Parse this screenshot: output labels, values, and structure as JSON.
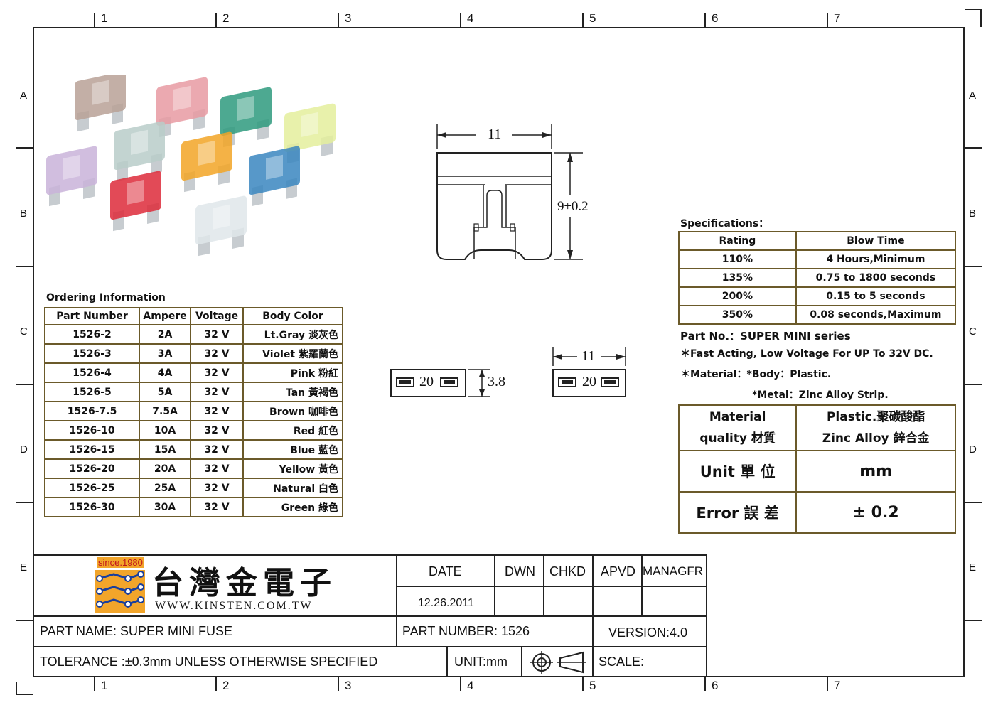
{
  "zones": {
    "numbers": [
      "1",
      "2",
      "3",
      "4",
      "5",
      "6",
      "7"
    ],
    "letters": [
      "A",
      "B",
      "C",
      "D",
      "E"
    ]
  },
  "drawing": {
    "width_label": "11",
    "height_label": "9±0.2",
    "side_label_a": "20",
    "side_label_b": "20",
    "thickness_label": "3.8",
    "side_width_label": "11"
  },
  "photo": {
    "fuse_colors": [
      "#b8a196",
      "#e89aa2",
      "#2e9a7e",
      "#e4ef9c",
      "#b9ccc9",
      "#f2a526",
      "#3a86c0",
      "#c9b3d9",
      "#dd2a3a",
      "#dfe6ea"
    ]
  },
  "ordering": {
    "title": "Ordering Information",
    "headers": [
      "Part Number",
      "Ampere",
      "Voltage",
      "Body Color"
    ],
    "rows": [
      [
        "1526-2",
        "2A",
        "32 V",
        "Lt.Gray 淡灰色"
      ],
      [
        "1526-3",
        "3A",
        "32 V",
        "Violet 紫羅蘭色"
      ],
      [
        "1526-4",
        "4A",
        "32 V",
        "Pink 粉紅"
      ],
      [
        "1526-5",
        "5A",
        "32 V",
        "Tan 黃褐色"
      ],
      [
        "1526-7.5",
        "7.5A",
        "32 V",
        "Brown 咖啡色"
      ],
      [
        "1526-10",
        "10A",
        "32 V",
        "Red  紅色"
      ],
      [
        "1526-15",
        "15A",
        "32 V",
        "Blue 藍色"
      ],
      [
        "1526-20",
        "20A",
        "32 V",
        "Yellow 黃色"
      ],
      [
        "1526-25",
        "25A",
        "32 V",
        "Natural 白色"
      ],
      [
        "1526-30",
        "30A",
        "32 V",
        "Green 綠色"
      ]
    ]
  },
  "specs": {
    "title": "Specifications：",
    "headers": [
      "Rating",
      "Blow Time"
    ],
    "rows": [
      [
        "110%",
        "4 Hours,Minimum"
      ],
      [
        "135%",
        "0.75 to 1800 seconds"
      ],
      [
        "200%",
        "0.15 to 5 seconds"
      ],
      [
        "350%",
        "0.08 seconds,Maximum"
      ]
    ],
    "part_no": "Part No.：SUPER MINI series",
    "note1": "＊Fast Acting, Low Voltage For UP To 32V DC.",
    "note2": "＊Material：*Body：Plastic.",
    "note3": "*Metal：Zinc Alloy Strip."
  },
  "material": {
    "quality_label_1": "Material",
    "quality_label_2": "quality 材質",
    "quality_value_1": "Plastic.聚碳酸酯",
    "quality_value_2": "Zinc Alloy 鋅合金",
    "unit_label": "Unit 單 位",
    "unit_value": "mm",
    "error_label": "Error 誤 差",
    "error_value": "± 0.2"
  },
  "title_block": {
    "since": "since.1980",
    "company": "台灣金電子",
    "website": "WWW.KINSTEN.COM.TW",
    "date_label": "DATE",
    "dwn_label": "DWN",
    "chkd_label": "CHKD",
    "apvd_label": "APVD",
    "managfr_label": "MANAGFR",
    "date_value": "12.26.2011",
    "part_name": "PART  NAME: SUPER MINI FUSE",
    "part_number": "PART  NUMBER: 1526",
    "version": "VERSION:4.0",
    "tolerance": "TOLERANCE  :±0.3mm  UNLESS  OTHERWISE  SPECIFIED",
    "unit": "UNIT:mm",
    "scale": "SCALE:"
  }
}
